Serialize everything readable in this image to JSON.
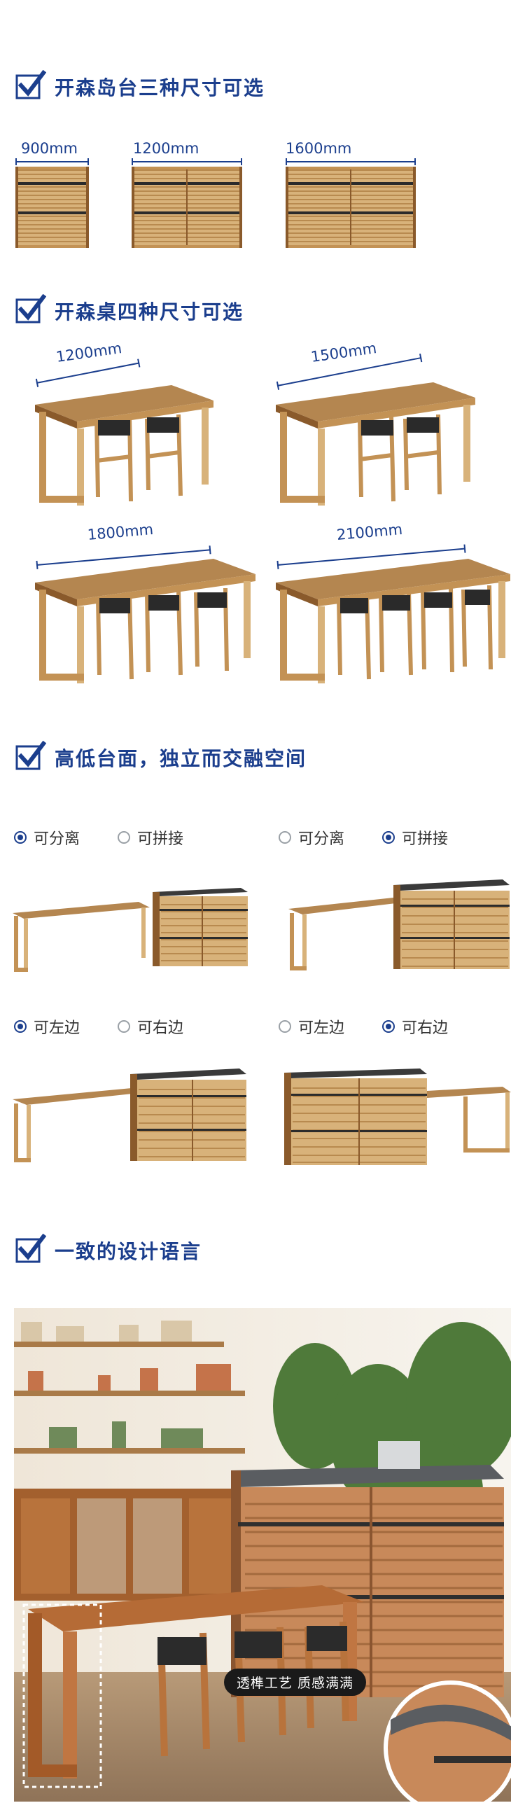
{
  "sections": {
    "island_sizes": {
      "heading": "开森岛台三种尺寸可选"
    },
    "table_sizes": {
      "heading": "开森桌四种尺寸可选"
    },
    "height_levels": {
      "heading": "高低台面，独立而交融空间"
    },
    "design_language": {
      "heading": "一致的设计语言"
    }
  },
  "island_dims": [
    "900mm",
    "1200mm",
    "1600mm"
  ],
  "table_dims": [
    "1200mm",
    "1500mm",
    "1800mm",
    "2100mm"
  ],
  "options": {
    "separate": "可分离",
    "joinable": "可拼接",
    "left": "可左边",
    "right": "可右边"
  },
  "photo_caption": "透榫工艺 质感满满",
  "colors": {
    "accent": "#1b3e8d",
    "wood_light": "#d8b27a",
    "wood_mid": "#c39255",
    "wood_dark": "#8a5a2b",
    "top_dark": "#3a3a3a"
  },
  "icons": [
    "check-box-icon",
    "radio-selected-icon",
    "radio-unselected-icon"
  ]
}
